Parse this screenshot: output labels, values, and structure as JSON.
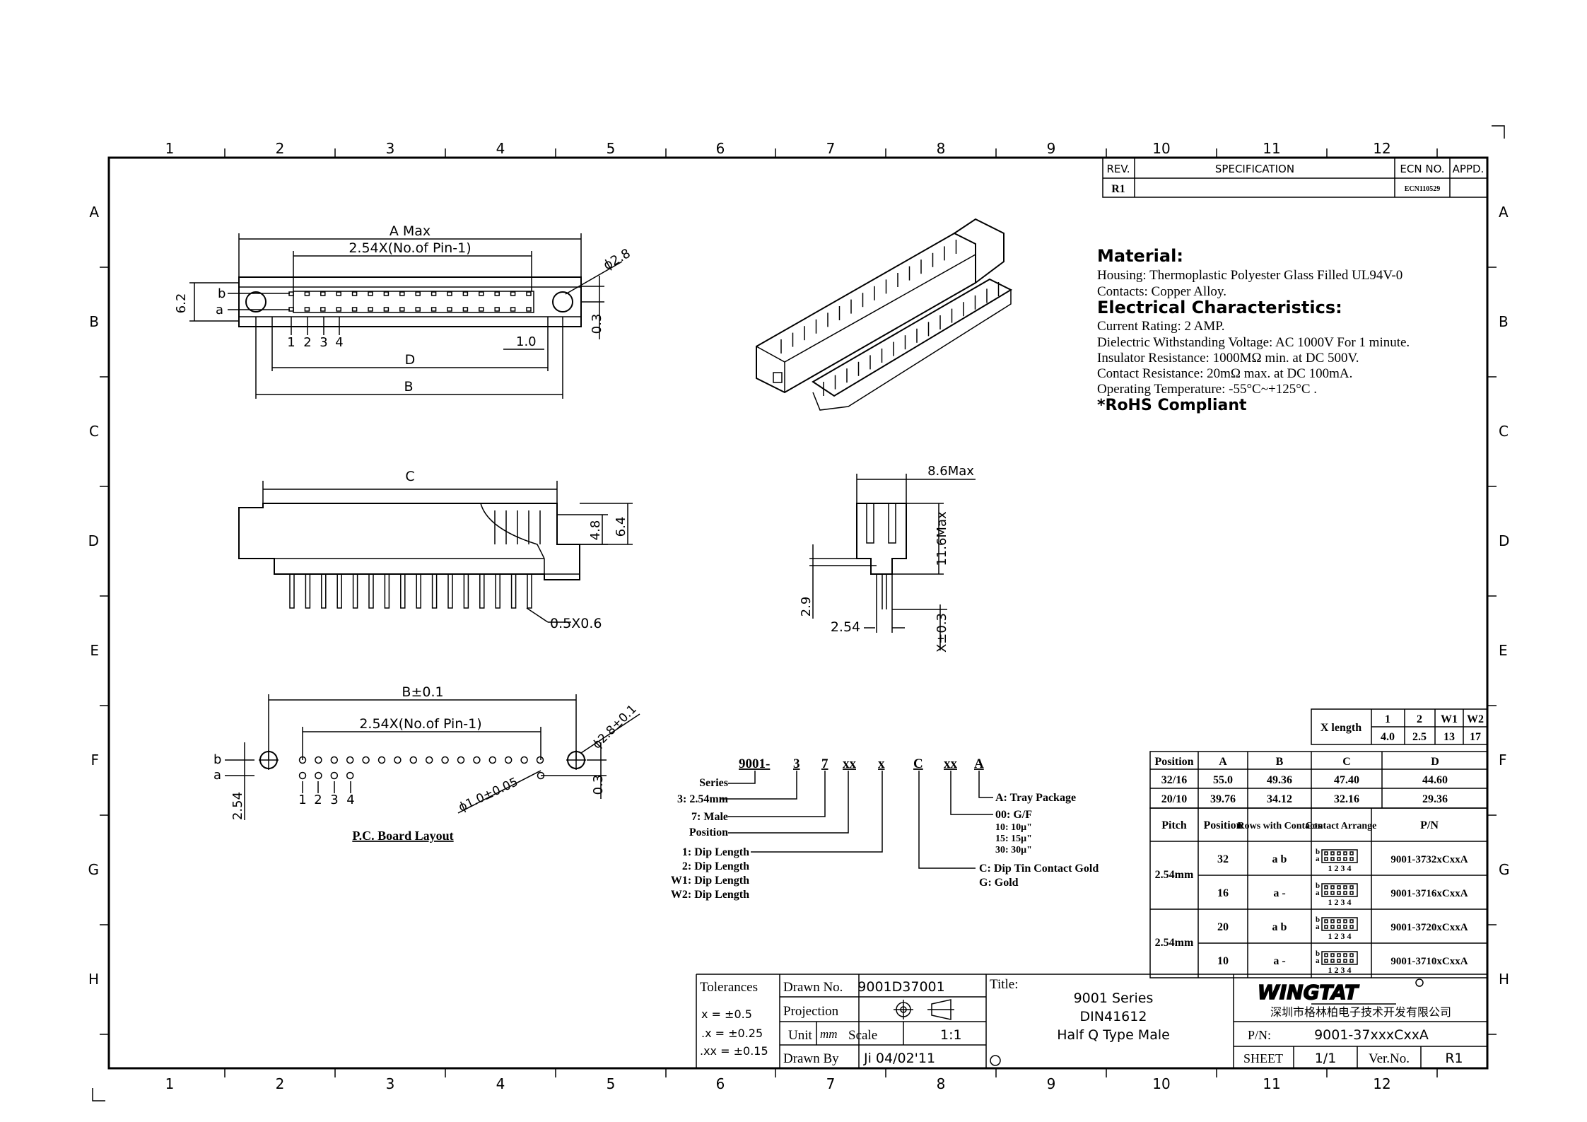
{
  "grid": {
    "columns": [
      "1",
      "2",
      "3",
      "4",
      "5",
      "6",
      "7",
      "8",
      "9",
      "10",
      "11",
      "12"
    ],
    "rows": [
      "A",
      "B",
      "C",
      "D",
      "E",
      "F",
      "G",
      "H"
    ]
  },
  "revision": {
    "rev_header": "REV.",
    "spec_header": "SPECIFICATION",
    "ecn_header": "ECN  NO.",
    "appd_header": "APPD.",
    "rev": "R1",
    "ecn": "ECN110529"
  },
  "front_view": {
    "a_max": "A  Max",
    "pitch": "2.54X(No.of  Pin-1)",
    "hole": "ϕ2.8",
    "height": "6.2",
    "row_b": "b",
    "row_a": "a",
    "pins": [
      "1",
      "2",
      "3",
      "4"
    ],
    "pitch_small": "1.0",
    "offset": "0.3",
    "d": "D",
    "b": "B"
  },
  "side_view": {
    "c": "C",
    "h1": "4.8",
    "h2": "6.4",
    "pin": "0.5X0.6"
  },
  "end_view": {
    "width": "8.6Max",
    "height": "11.6Max",
    "tail": "2.9",
    "pitch": "2.54",
    "x": "X±0.3"
  },
  "pcb_layout": {
    "b_tol": "B±0.1",
    "pitch": "2.54X(No.of  Pin-1)",
    "hole": "ϕ2.8±0.1",
    "pin_hole": "ϕ1.0±0.05",
    "row_b": "b",
    "row_a": "a",
    "pins": [
      "1",
      "2",
      "3",
      "4"
    ],
    "offset": "0.3",
    "spacing": "2.54",
    "caption": "P.C. Board Layout"
  },
  "material": {
    "heading": "Material:",
    "housing": "Housing: Thermoplastic Polyester Glass Filled UL94V-0",
    "contacts": "Contacts: Copper Alloy.",
    "elec_heading": "Electrical Characteristics:",
    "current": "Current Rating: 2 AMP.",
    "dielectric": "Dielectric Withstanding Voltage: AC 1000V For 1 minute.",
    "insulator": "Insulator Resistance: 1000MΩ min. at DC 500V.",
    "contact_res": "Contact Resistance: 20mΩ max. at DC 100mA.",
    "temperature": "Operating Temperature: -55°C~+125°C .",
    "rohs": "*RoHS Compliant"
  },
  "part_code": {
    "segments": [
      "9001-",
      "3",
      "7",
      "xx",
      "x",
      "C",
      "xx",
      "A"
    ],
    "series": "Series",
    "pitch": "3: 2.54mm",
    "male": "7: Male",
    "position": "Position",
    "dip": [
      "1: Dip Length",
      "2: Dip Length",
      "W1: Dip Length",
      "W2: Dip Length"
    ],
    "plating": [
      "C: Dip Tin Contact Gold",
      "G: Gold"
    ],
    "gold": [
      "00: G/F",
      "10: 10μ\"",
      "15: 15μ\"",
      "30: 30μ\""
    ],
    "package": "A: Tray Package"
  },
  "xlength_table": {
    "label": "X length",
    "headers": [
      "1",
      "2",
      "W1",
      "W2"
    ],
    "values": [
      "4.0",
      "2.5",
      "13",
      "17"
    ]
  },
  "dim_table": {
    "headers": [
      "Position",
      "A",
      "B",
      "C",
      "D"
    ],
    "rows": [
      [
        "32/16",
        "55.0",
        "49.36",
        "47.40",
        "44.60"
      ],
      [
        "20/10",
        "39.76",
        "34.12",
        "32.16",
        "29.36"
      ]
    ]
  },
  "pn_table": {
    "headers": [
      "Pitch",
      "Position",
      "Rows with Contacts",
      "Contact Arrange",
      "P/N"
    ],
    "pitch": "2.54mm",
    "arrange_b": "b",
    "arrange_a": "a",
    "arrange_pins": "1 2 3 4",
    "rows": [
      {
        "position": "32",
        "rows": "a b",
        "pn": "9001-3732xCxxA"
      },
      {
        "position": "16",
        "rows": "a -",
        "pn": "9001-3716xCxxA"
      },
      {
        "position": "20",
        "rows": "a b",
        "pn": "9001-3720xCxxA"
      },
      {
        "position": "10",
        "rows": "a -",
        "pn": "9001-3710xCxxA"
      }
    ]
  },
  "title_block": {
    "tolerances": "Tolerances",
    "tol1": "x  =  ±0.5",
    "tol2": ".x  =  ±0.25",
    "tol3": ".xx  =  ±0.15",
    "drawn_no_label": "Drawn  No.",
    "drawn_no": "9001D37001",
    "projection": "Projection",
    "unit": "Unit",
    "unit_value": "mm",
    "scale": "Scale",
    "scale_value": "1:1",
    "drawn_by": "Drawn  By",
    "drawn_by_value": "Ji  04/02'11",
    "title_label": "Title:",
    "title1": "9001  Series",
    "title2": "DIN41612",
    "title3": "Half  Q  Type  Male",
    "logo": "WINGTAT",
    "company": "深圳市格林柏电子技术开发有限公司",
    "pn_label": "P/N:",
    "pn": "9001-37xxxCxxA",
    "sheet_label": "SHEET",
    "sheet": "1/1",
    "ver_label": "Ver.No.",
    "ver": "R1"
  }
}
